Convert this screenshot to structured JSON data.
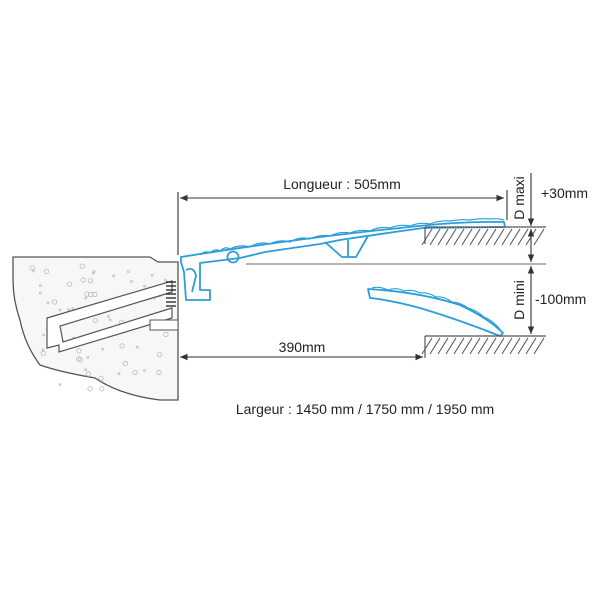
{
  "labels": {
    "longueur": "Longueur : 505mm",
    "depth_390": "390mm",
    "largeur": "Largeur : 1450 mm / 1750 mm / 1950 mm",
    "d_maxi": "D maxi",
    "d_mini": "D mini",
    "plus30": "+30mm",
    "minus100": "-100mm"
  },
  "colors": {
    "ramp": "#2b9ed9",
    "lines": "#4a4a4a",
    "concrete": "#f6f6f6"
  }
}
